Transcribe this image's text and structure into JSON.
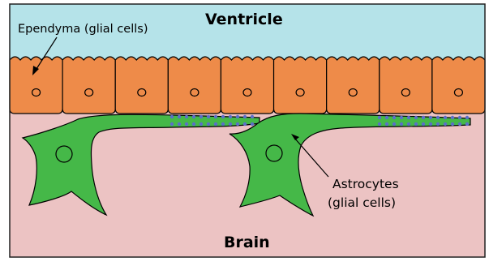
{
  "labels": {
    "ependyma": "Ependyma (glial cells)",
    "ventricle": "Ventricle",
    "astrocytes_line1": "Astrocytes",
    "astrocytes_line2": "(glial cells)",
    "brain": "Brain"
  },
  "colors": {
    "ventricle_fill": "#b5e3e9",
    "brain_fill": "#ecc3c3",
    "ependyma_fill": "#ee8b49",
    "astrocyte_fill": "#45b848",
    "junction_dots": "#5a6fc8",
    "outline": "#000000"
  },
  "ependymal_cell_count": 9
}
